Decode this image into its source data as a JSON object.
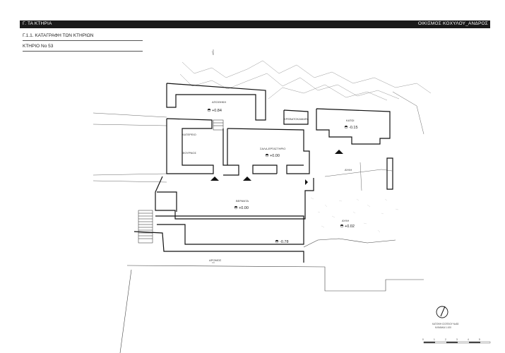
{
  "header": {
    "left_title": "Γ. ΤΑ ΚΤΗΡΙΑ",
    "right_title": "ΟΙΚΙΣΜΟΣ ΚΟΧΥΛΟΥ_ΑΝΔΡΟΣ"
  },
  "section_title": "Γ.1.1. ΚΑΤΑΓΡΑΦΗ ΤΩΝ ΚΤΗΡΙΩΝ",
  "building_title": "ΚΤΗΡΙΟ Νο 53",
  "rooms": {
    "storage": "ΑΠΟΘΗΚΗ",
    "bedroom": "ΚΑΤΩΙ",
    "room_left": "ΚΑΤΕΡΕΙΟ",
    "oven": "ΦΟΥΡΝΟΣ",
    "living": "ΣΑΛΑ-ΕΡΓΑΣΤΗΡΙΟ",
    "cooking": "ΚΡΕΒΑΤΟΚΑΜΑΡΑ",
    "courtyard": "ΑΥΛΗ",
    "veranda": "ΒΕΡΑΝΤΑ",
    "courtyard2": "ΑΥΛΗ",
    "road": "ΔΡΟΜΟΣ"
  },
  "elevations": {
    "storage": "+0.84",
    "living": "+0.00",
    "bedroom": "-0.15",
    "veranda": "+0.00",
    "courtyard2": "+0.02",
    "lower": "-0.78"
  },
  "legend": {
    "line1": "ΚΑΤΟΨΗ ΙΣΟΓΕΙΟΥ Νο53",
    "line2": "ΚΛΙΜΑΚΑ 1:100"
  },
  "scale_ticks": [
    "0",
    "1",
    "2",
    "3",
    "4",
    "5"
  ]
}
